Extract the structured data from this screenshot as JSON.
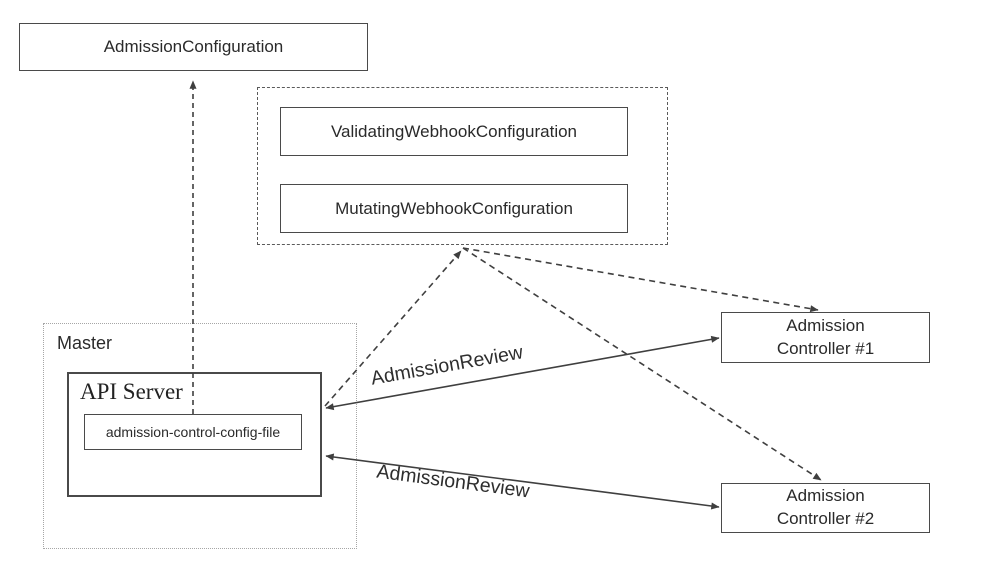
{
  "canvas": {
    "background": "#ffffff",
    "ink_color": "#3f3f3f",
    "muted_border_color": "#a6a6a6"
  },
  "nodes": {
    "admission_configuration": {
      "label": "AdmissionConfiguration"
    },
    "validating_webhook": {
      "label": "ValidatingWebhookConfiguration"
    },
    "mutating_webhook": {
      "label": "MutatingWebhookConfiguration"
    },
    "master_group": {
      "label": "Master"
    },
    "api_server": {
      "label": "API Server"
    },
    "config_file": {
      "label": "admission-control-config-file"
    },
    "admission_controller_1": {
      "label": "Admission\nController #1"
    },
    "admission_controller_2": {
      "label": "Admission\nController #2"
    }
  },
  "edges": {
    "review_1": {
      "label": "AdmissionReview",
      "style": "solid-double-arrow"
    },
    "review_2": {
      "label": "AdmissionReview",
      "style": "solid-double-arrow"
    },
    "config_to_admission_configuration": {
      "style": "dashed-arrow-up"
    },
    "api_server_to_webhook_configs": {
      "style": "dashed-arrow"
    },
    "webhook_configs_to_controller_1": {
      "style": "dashed-arrow"
    },
    "webhook_configs_to_controller_2": {
      "style": "dashed-arrow"
    }
  }
}
